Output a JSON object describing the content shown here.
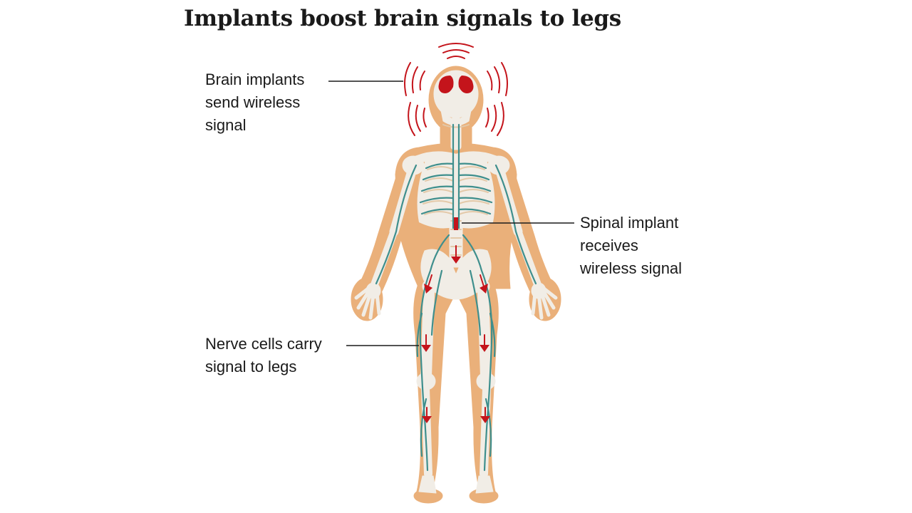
{
  "title": "Implants boost brain signals to legs",
  "labels": {
    "brain": [
      "Brain implants",
      "send wireless",
      "signal"
    ],
    "spine": [
      "Spinal implant",
      "receives",
      "wireless signal"
    ],
    "nerve": [
      "Nerve cells carry",
      "signal to legs"
    ]
  },
  "colors": {
    "skin": "#eab07a",
    "bone": "#f1ede6",
    "nerve": "#3f8f8d",
    "signal": "#c4141b",
    "text": "#1a1a1a"
  }
}
